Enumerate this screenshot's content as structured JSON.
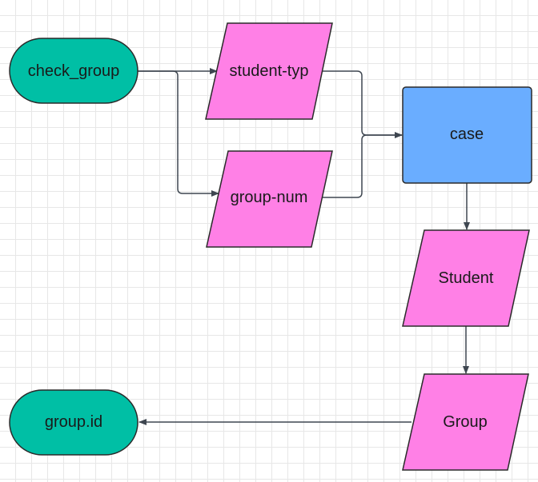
{
  "colors": {
    "terminator": "#00bfa5",
    "io": "#ff80e6",
    "process": "#6aadff",
    "stroke": "#2a2a2a",
    "edge": "#3e4650"
  },
  "nodes": {
    "check_group": {
      "label": "check_group",
      "shape": "terminator"
    },
    "student_typ": {
      "label": "student-typ",
      "shape": "parallelogram"
    },
    "group_num": {
      "label": "group-num",
      "shape": "parallelogram"
    },
    "case": {
      "label": "case",
      "shape": "rectangle"
    },
    "student": {
      "label": "Student",
      "shape": "parallelogram"
    },
    "group": {
      "label": "Group",
      "shape": "parallelogram"
    },
    "group_id": {
      "label": "group.id",
      "shape": "terminator"
    }
  },
  "edges": [
    {
      "from": "check_group",
      "to": "student_typ"
    },
    {
      "from": "check_group",
      "to": "group_num"
    },
    {
      "from": "student_typ",
      "to": "case"
    },
    {
      "from": "group_num",
      "to": "case"
    },
    {
      "from": "case",
      "to": "student"
    },
    {
      "from": "student",
      "to": "group"
    },
    {
      "from": "group",
      "to": "group_id"
    }
  ]
}
